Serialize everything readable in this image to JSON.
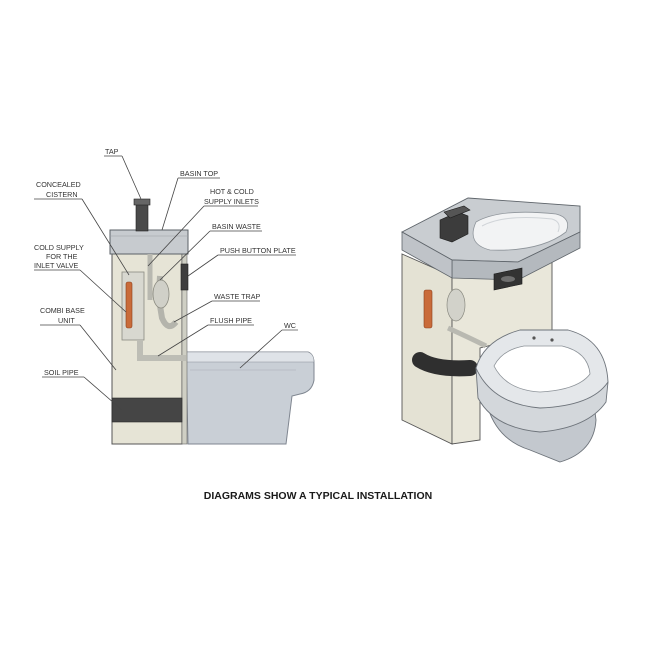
{
  "labels": {
    "tap": "TAP",
    "basin_top": "BASIN TOP",
    "concealed_line1": "CONCEALED",
    "concealed_line2": "CISTERN",
    "hot_cold_line1": "HOT & COLD",
    "hot_cold_line2": "SUPPLY INLETS",
    "basin_waste": "BASIN WASTE",
    "cold_supply_line1": "COLD SUPPLY",
    "cold_supply_line2": "FOR THE",
    "cold_supply_line3": "INLET VALVE",
    "push_button": "PUSH BUTTON PLATE",
    "waste_trap": "WASTE TRAP",
    "combi_line1": "COMBI BASE",
    "combi_line2": "UNIT",
    "flush_pipe": "FLUSH PIPE",
    "wc": "WC",
    "soil_pipe": "SOIL PIPE"
  },
  "caption": "DIAGRAMS SHOW A TYPICAL INSTALLATION"
}
